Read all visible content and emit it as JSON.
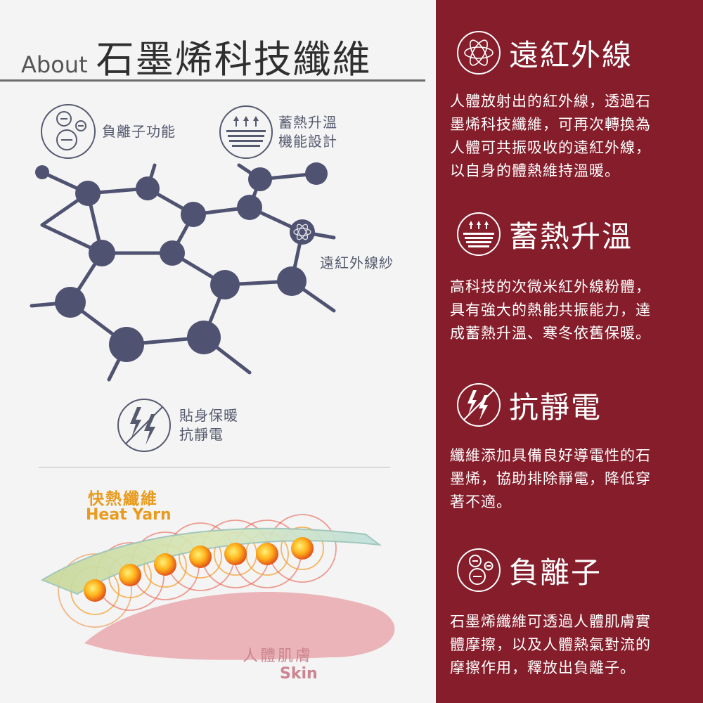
{
  "header": {
    "about": "About",
    "title": "石墨烯科技纖維"
  },
  "features": {
    "anion": "負離子功能",
    "heat_line1": "蓄熱升溫",
    "heat_line2": "機能設計",
    "antistatic_line1": "貼身保暖",
    "antistatic_line2": "抗靜電"
  },
  "molecule": {
    "label": "遠紅外線紗"
  },
  "diagram": {
    "yarn_zh": "快熱纖維",
    "yarn_en": "Heat Yarn",
    "skin_zh": "人體肌膚",
    "skin_en": "Skin"
  },
  "sections": [
    {
      "icon": "atom-icon",
      "title": "遠紅外線",
      "lines": [
        "人體放射出的紅外線，透過石",
        "墨烯科技纖維，可再次轉換為",
        "人體可共振吸收的遠紅外線，",
        "以自身的體熱維持溫暖。"
      ]
    },
    {
      "icon": "heat-rise-icon",
      "title": "蓄熱升溫",
      "lines": [
        "高科技的次微米紅外線粉體，",
        "具有強大的熱能共振能力，達",
        "成蓄熱升溫、寒冬依舊保暖。"
      ]
    },
    {
      "icon": "lightning-icon",
      "title": "抗靜電",
      "lines": [
        "纖維添加具備良好導電性的石",
        "墨烯，協助排除靜電，降低穿",
        "著不適。"
      ]
    },
    {
      "icon": "minus-ion-icon",
      "title": "負離子",
      "lines": [
        "石墨烯纖維可透過人體肌膚實",
        "體摩擦，以及人體熱氣對流的",
        "摩擦作用，釋放出負離子。"
      ]
    }
  ],
  "colors": {
    "accent": "#851d2b",
    "molecule": "#4f5270",
    "yarn": "#e89b1d",
    "skin": "#cc8590"
  }
}
